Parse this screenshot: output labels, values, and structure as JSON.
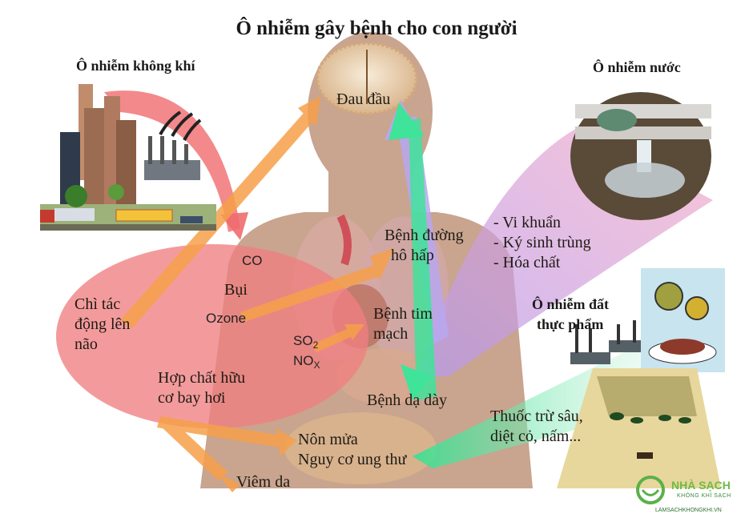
{
  "title": "Ô nhiễm gây bệnh cho con người",
  "sources": {
    "air": {
      "title": "Ô nhiễm không khí",
      "color": "#f08a8a"
    },
    "water": {
      "title": "Ô nhiễm nước",
      "color": "#e89ab8"
    },
    "soil": {
      "title_line1": "Ô nhiễm đất",
      "title_line2": "thực phẩm",
      "color": "#4de8a0"
    }
  },
  "air_pollutants": {
    "co": "CO",
    "dust": "Bụi",
    "ozone": "Ozone",
    "so2": "SO",
    "so2_sub": "2",
    "nox": "NO",
    "nox_sub": "X",
    "lead_line1": "Chì tác",
    "lead_line2": "động lên",
    "lead_line3": "não",
    "voc_line1": "Hợp chất hữu",
    "voc_line2": "cơ bay hơi"
  },
  "water_pollutants": [
    "- Vi khuẩn",
    "- Ký sinh trùng",
    "- Hóa chất"
  ],
  "soil_pollutants": {
    "line1": "Thuốc trừ sâu,",
    "line2": "diệt cỏ, nấm..."
  },
  "diseases": {
    "headache": "Đau đầu",
    "respiratory_line1": "Bệnh đường",
    "respiratory_line2": "hô hấp",
    "cardio_line1": "Bệnh tim",
    "cardio_line2": "mạch",
    "stomach": "Bệnh dạ dày",
    "vomit": "Nôn mửa",
    "cancer": "Nguy cơ ung thư",
    "dermatitis": "Viêm da"
  },
  "watermark": {
    "brand": "NHÀ SẠCH",
    "tagline": "KHÔNG KHÍ SẠCH",
    "site": "LAMSACHKHONGKHI.VN"
  },
  "colors": {
    "body": "#c9a48f",
    "air_arrow": "#f6a04a",
    "water_arrow": "#b9a7f0",
    "soil_arrow": "#3fe39a"
  }
}
